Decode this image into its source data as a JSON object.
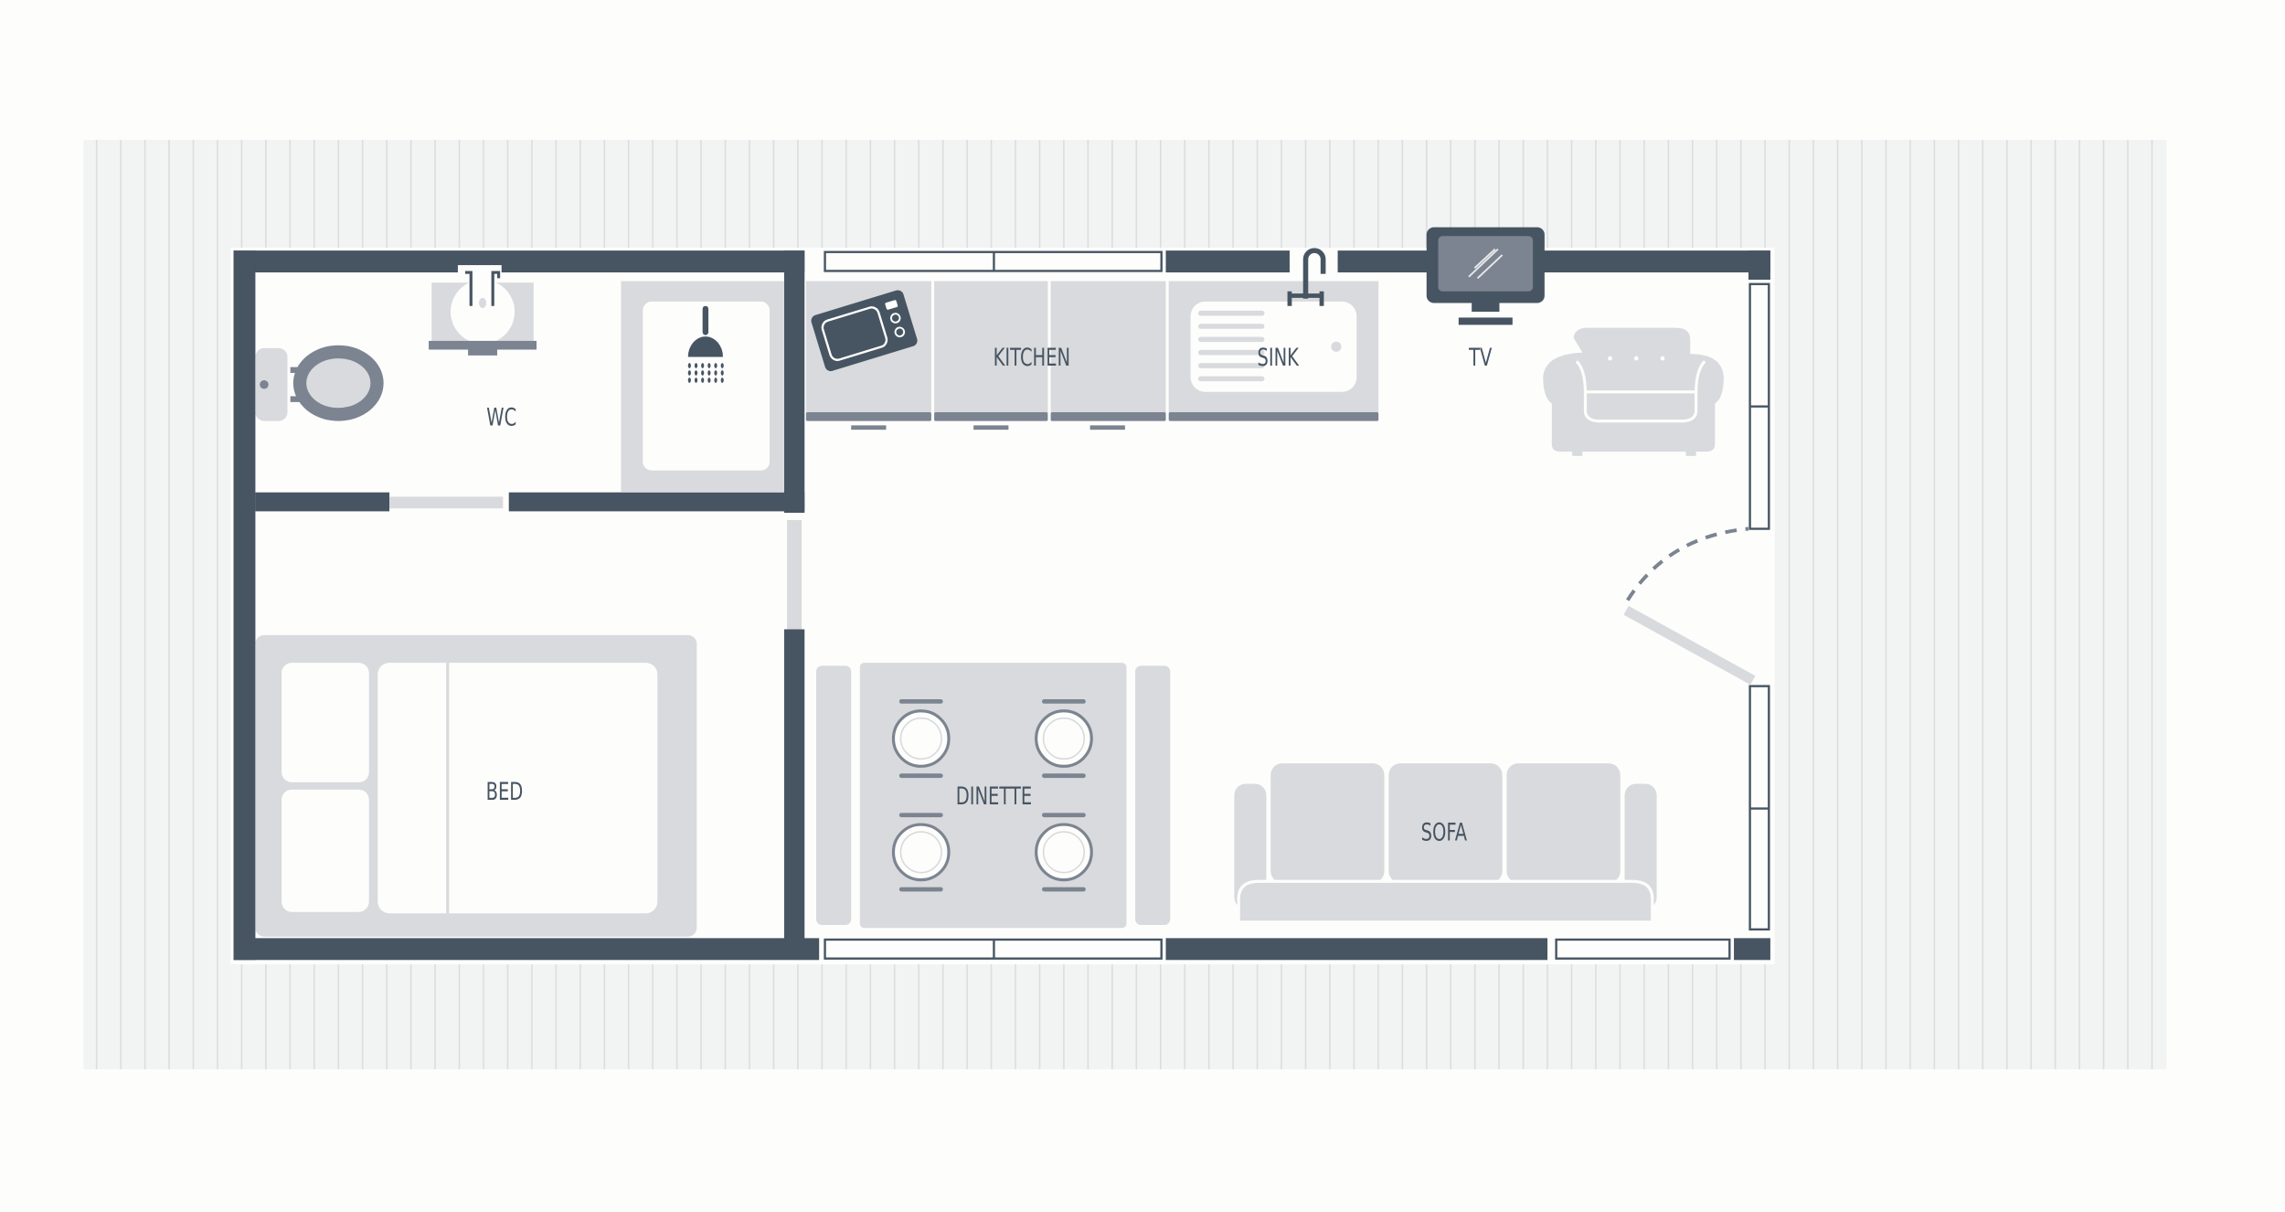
{
  "title": "Tiny house floor plan",
  "colors": {
    "wall": "#475562",
    "fixture": "#d9dadd",
    "accent": "#7b8490",
    "floor": "#f2f3f3"
  },
  "labels": {
    "wc": "WC",
    "kitchen": "KITCHEN",
    "sink": "SINK",
    "tv": "TV",
    "bed": "BED",
    "dinette": "DINETTE",
    "sofa": "SOFA"
  }
}
